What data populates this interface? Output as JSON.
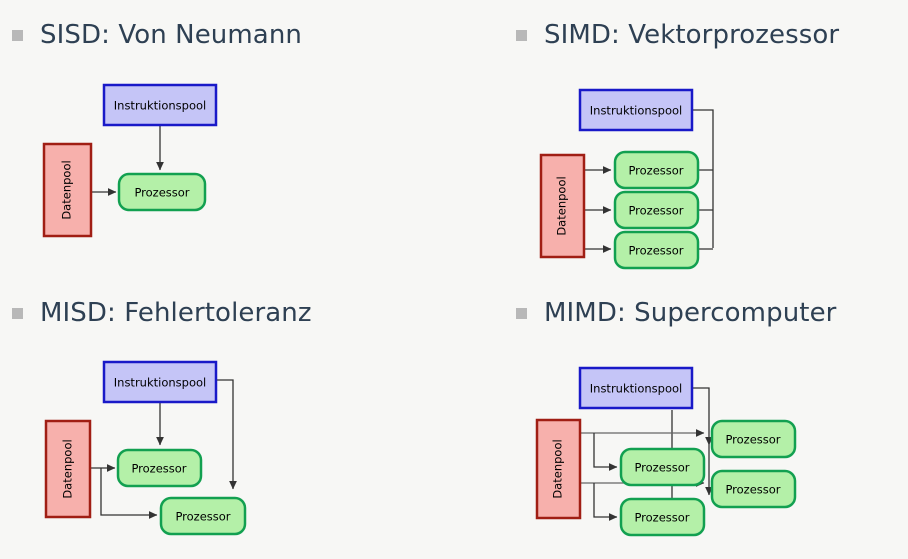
{
  "slide": {
    "background_color": "#f7f7f5",
    "heading_color": "#2e4053",
    "bullet_color": "#b8b8b8"
  },
  "palette": {
    "instruction_fill": "#c5c5f7",
    "instruction_stroke": "#1919c8",
    "data_fill": "#f7b0ac",
    "data_stroke": "#a01e14",
    "processor_fill": "#b4f0a8",
    "processor_stroke": "#12a050",
    "arrow_color": "#404040"
  },
  "labels": {
    "instruction_pool": "Instruktionspool",
    "data_pool": "Datenpool",
    "processor": "Prozessor"
  },
  "quadrants": [
    {
      "id": "sisd",
      "heading": "SISD: Von Neumann",
      "instruction_pools": 1,
      "data_pools": 1,
      "processors": 1
    },
    {
      "id": "simd",
      "heading": "SIMD: Vektorprozessor",
      "instruction_pools": 1,
      "data_pools": 1,
      "processors": 3
    },
    {
      "id": "misd",
      "heading": "MISD: Fehlertoleranz",
      "instruction_pools": 1,
      "data_pools": 1,
      "processors": 2
    },
    {
      "id": "mimd",
      "heading": "MIMD: Supercomputer",
      "instruction_pools": 1,
      "data_pools": 1,
      "processors": 4
    }
  ]
}
